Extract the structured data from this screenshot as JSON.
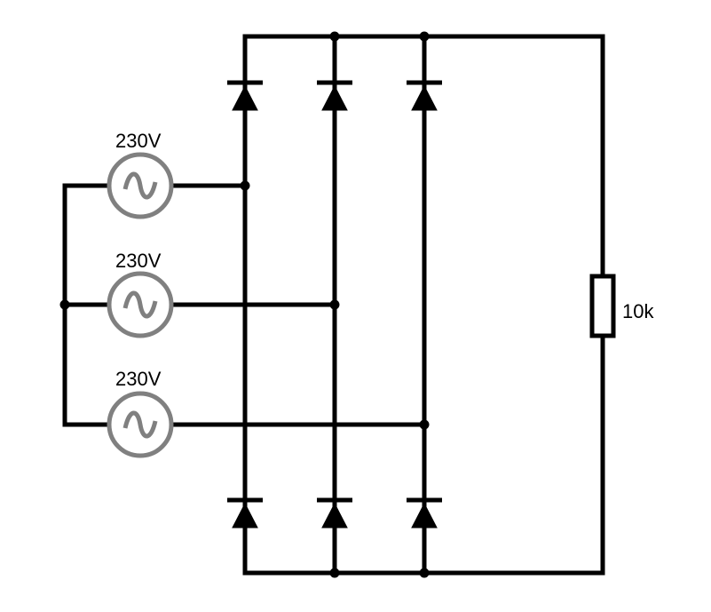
{
  "circuit": {
    "sources": [
      {
        "label": "230V"
      },
      {
        "label": "230V"
      },
      {
        "label": "230V"
      }
    ],
    "load": {
      "label": "10k"
    },
    "colors": {
      "wire": "#000000",
      "source": "#808080"
    }
  }
}
